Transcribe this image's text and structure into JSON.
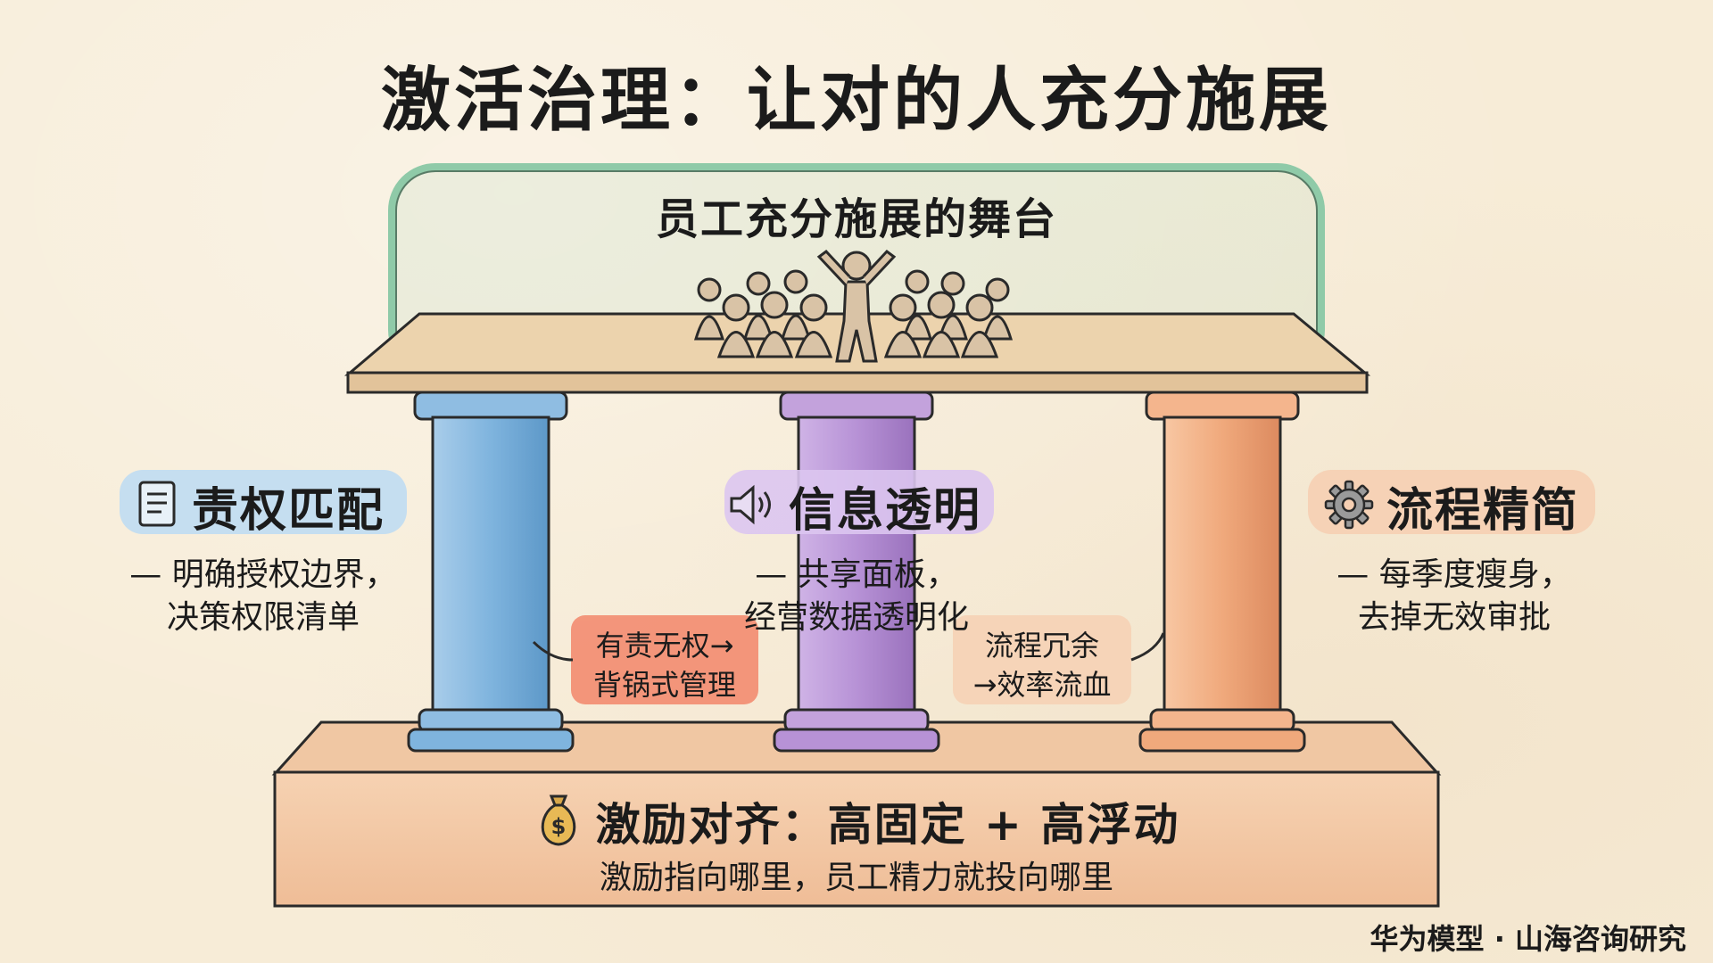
{
  "title": "激活治理：让对的人充分施展",
  "stage": {
    "label": "员工充分施展的舞台"
  },
  "pillars": [
    {
      "title": "责权匹配",
      "icon": "document-icon",
      "desc": "— 明确授权边界，\n决策权限清单",
      "color": "#7fb4de"
    },
    {
      "title": "信息透明",
      "icon": "speaker-icon",
      "desc": "— 共享面板，\n经营数据透明化",
      "color": "#b792d6"
    },
    {
      "title": "流程精简",
      "icon": "gear-icon",
      "desc": "— 每季度瘦身，\n去掉无效审批",
      "color": "#f0a97c"
    }
  ],
  "callouts": {
    "left": "有责无权→\n背锅式管理",
    "right": "流程冗余\n→效率流血"
  },
  "base": {
    "title": "激励对齐：高固定 + 高浮动",
    "subtitle": "激励指向哪里，员工精力就投向哪里",
    "icon": "money-bag-icon"
  },
  "footer": "华为模型 · 山海咨询研究",
  "colors": {
    "background": "#f7ecd7",
    "stage_frame": "#8fcaa8",
    "platform": "#ecd3ad",
    "base": "#f3c8a4",
    "callout_red": "#f2866a",
    "callout_peach": "#f6d3b6"
  }
}
